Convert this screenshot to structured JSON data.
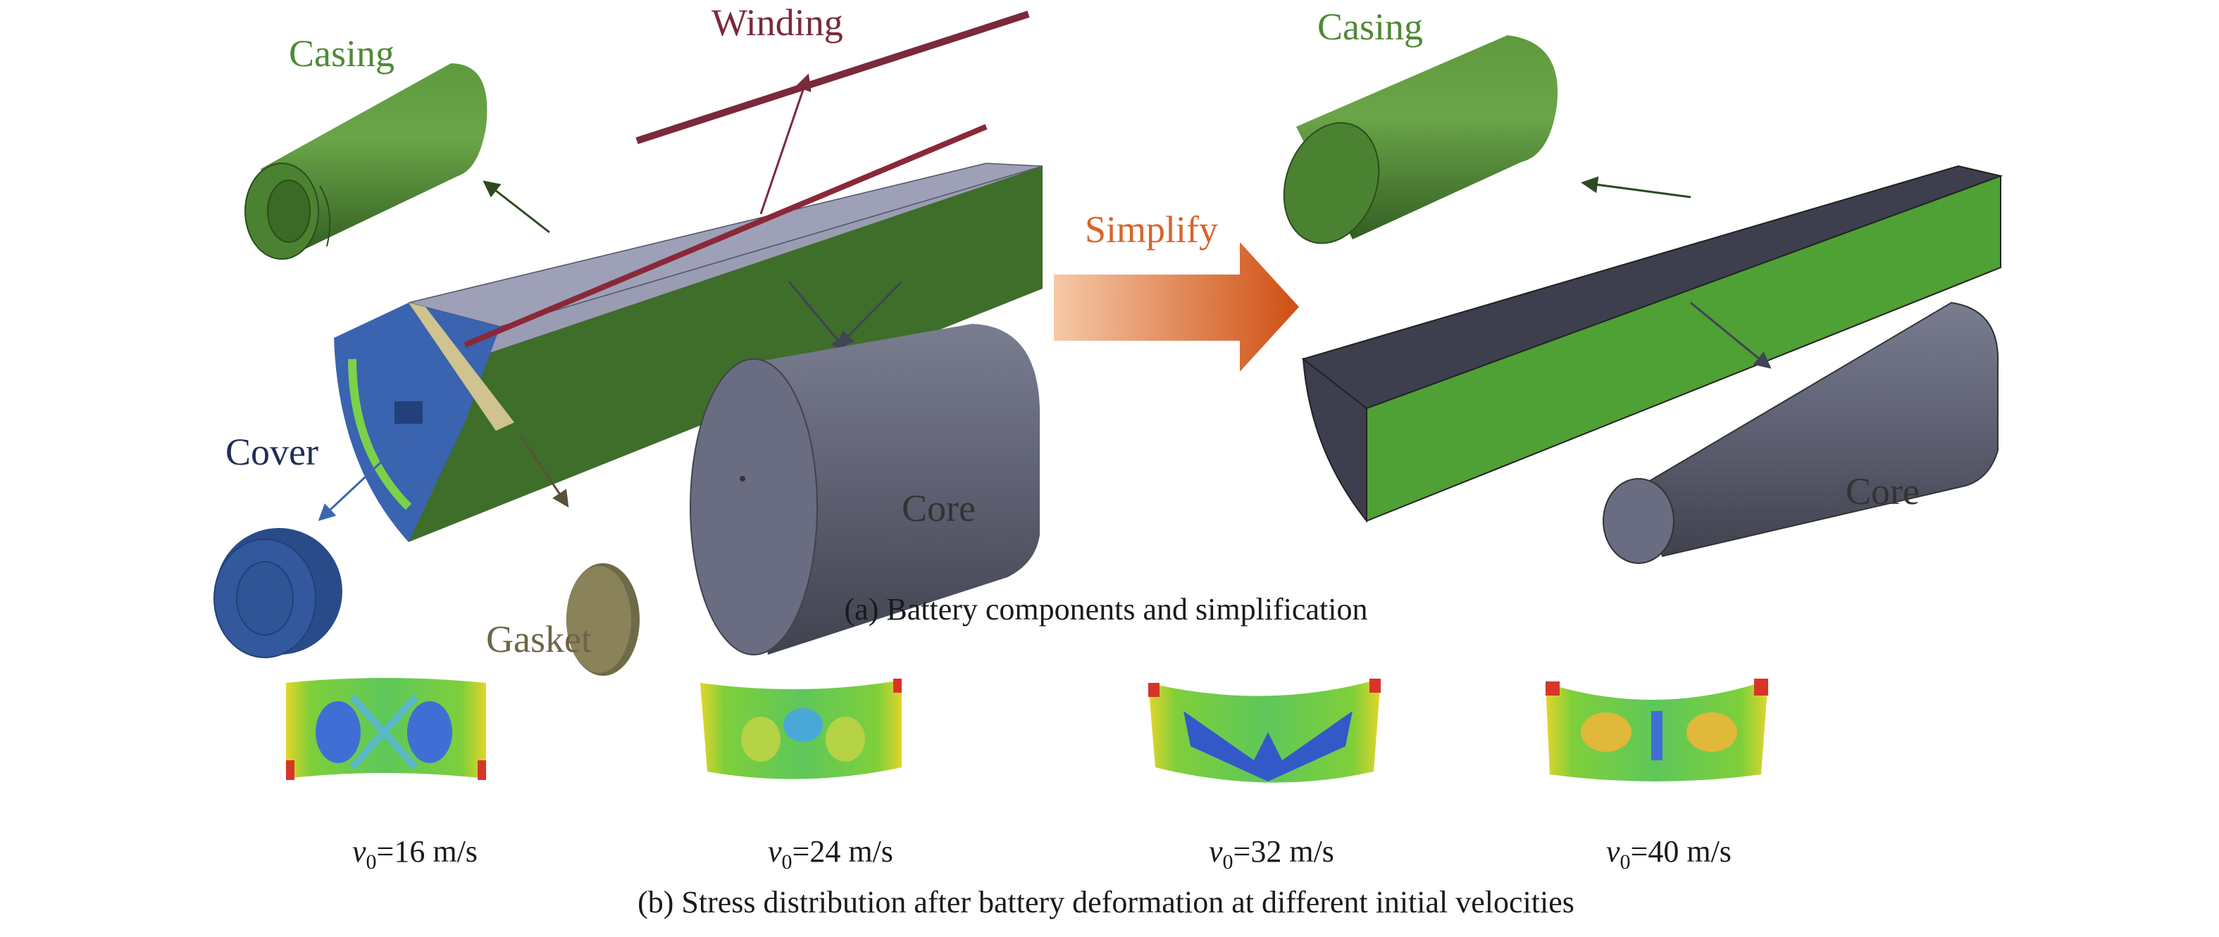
{
  "panel_a": {
    "labels": {
      "casing_left": "Casing",
      "winding": "Winding",
      "cover": "Cover",
      "gasket": "Gasket",
      "core_left": "Core",
      "simplify": "Simplify",
      "casing_right": "Casing",
      "core_right": "Core"
    },
    "caption": "(a) Battery components and simplification"
  },
  "panel_b": {
    "velocities": [
      {
        "var": "v",
        "sub": "0",
        "rest": "=16 m/s"
      },
      {
        "var": "v",
        "sub": "0",
        "rest": "=24 m/s"
      },
      {
        "var": "v",
        "sub": "0",
        "rest": "=32 m/s"
      },
      {
        "var": "v",
        "sub": "0",
        "rest": "=40 m/s"
      }
    ],
    "caption": "(b) Stress distribution after battery deformation at different initial velocities"
  },
  "colors": {
    "casing": "#4f8a35",
    "winding": "#7a2a3a",
    "cover": "#2f5596",
    "gasket": "#8a8258",
    "core": "#5a5d70",
    "simplify": "#d9642a"
  }
}
